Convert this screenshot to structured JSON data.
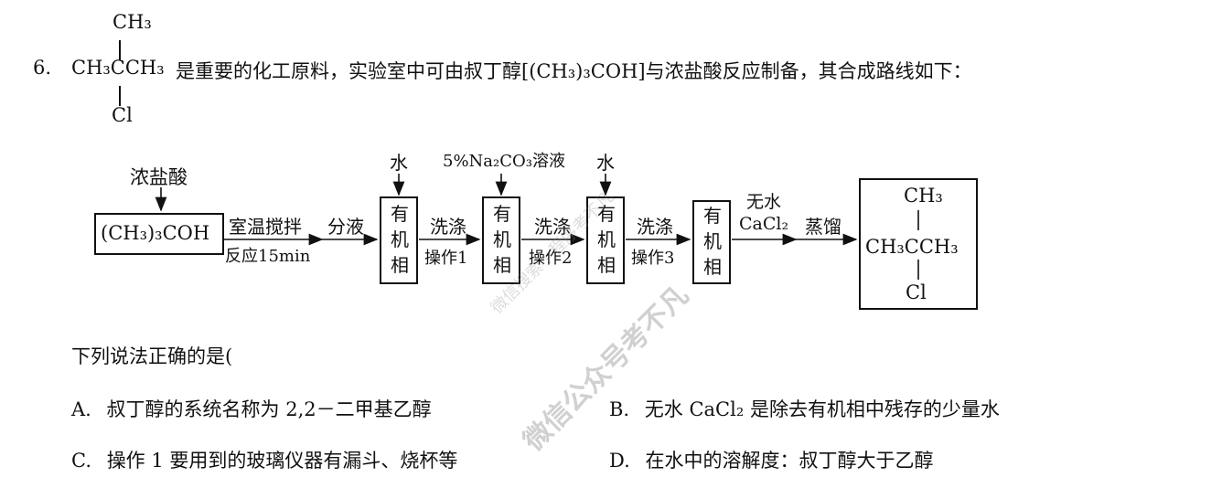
{
  "question": {
    "number": "6.",
    "intro": "是重要的化工原料，实验室中可由叔丁醇[(CH₃)₃COH]与浓盐酸反应制备，其合成路线如下：",
    "product_formula": {
      "top": "CH₃",
      "main": "CH₃CCH₃",
      "bottom": "Cl"
    },
    "prompt": "下列说法正确的是(",
    "options": [
      {
        "letter": "A.",
        "text": "叔丁醇的系统名称为 2,2－二甲基乙醇"
      },
      {
        "letter": "B.",
        "text": "无水 CaCl₂ 是除去有机相中残存的少量水"
      },
      {
        "letter": "C.",
        "text": "操作 1 要用到的玻璃仪器有漏斗、烧杯等"
      },
      {
        "letter": "D.",
        "text": "在水中的溶解度：叔丁醇大于乙醇"
      }
    ]
  },
  "flow": {
    "reagent_top": "浓盐酸",
    "start_box": "(CH₃)₃COH",
    "step1_above": "室温搅拌",
    "step1_below": "反应15min",
    "step2": "分液",
    "organic_phase": [
      "有",
      "机",
      "相"
    ],
    "water": "水",
    "na2co3": "5%Na₂CO₃溶液",
    "wash": "洗涤",
    "op1": "操作1",
    "op2": "操作2",
    "op3": "操作3",
    "dry_above": "无水",
    "dry_below": "CaCl₂",
    "distill": "蒸馏",
    "product": {
      "top": "CH₃",
      "main": "CH₃CCH₃",
      "bottom": "Cl"
    }
  },
  "watermark": {
    "main": "微信公众号考不凡",
    "faint": "微信搜索小程序考不凡"
  }
}
